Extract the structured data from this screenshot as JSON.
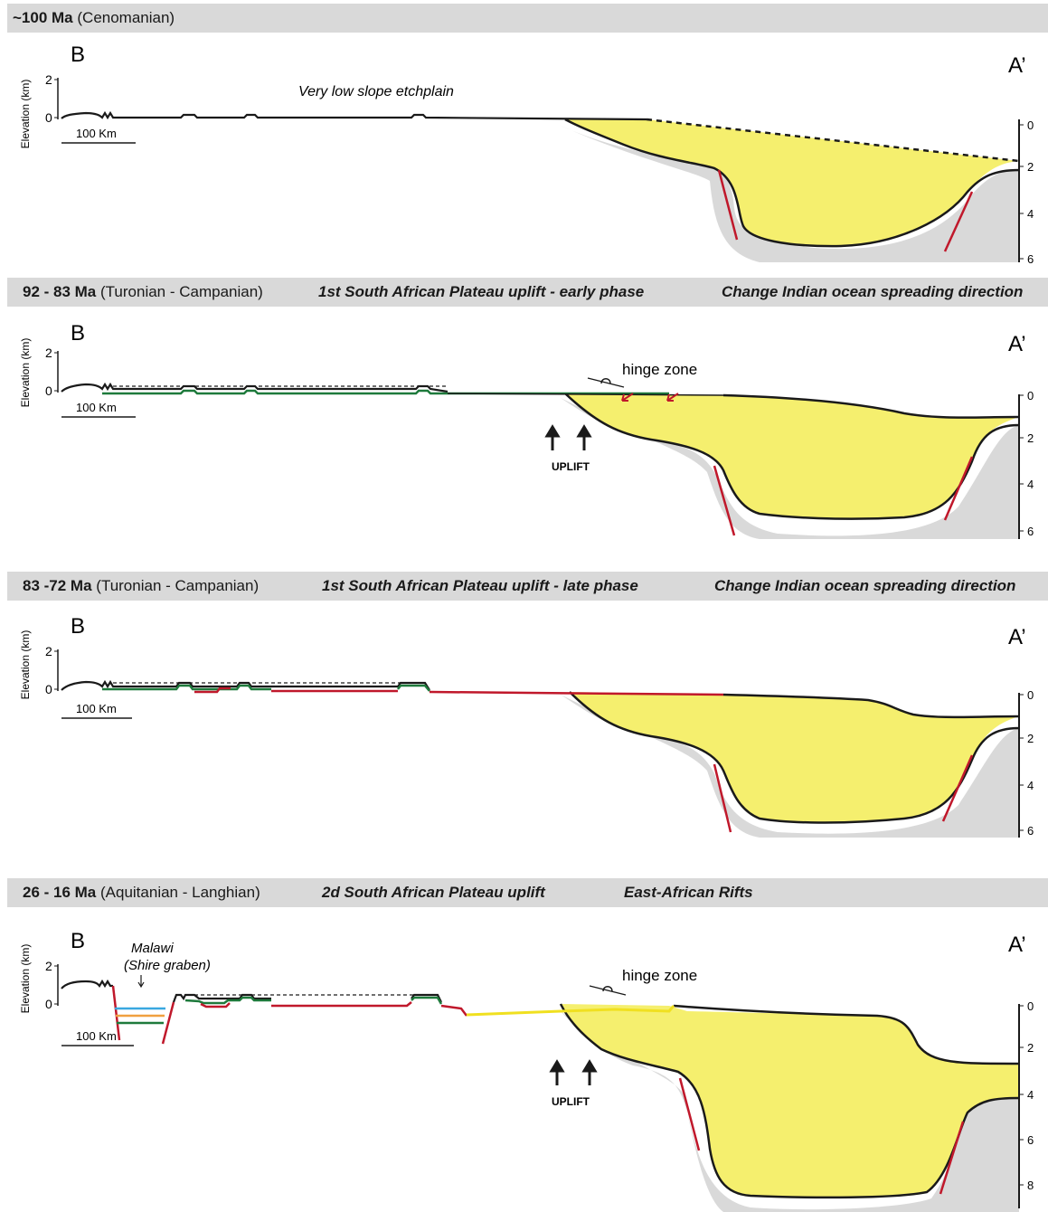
{
  "colors": {
    "basin_fill": "#f5ef6e",
    "shadow": "#d9d9d9",
    "fault": "#c0182b",
    "surface": "#1a1a1a",
    "green_surface": "#1e7a3c",
    "yellow_surface": "#f0e020",
    "blue_surface": "#3aa8e0",
    "orange_surface": "#f0a040",
    "header_bg": "#d9d9d9"
  },
  "panels": [
    {
      "age": "~100 Ma",
      "stage": "(Cenomanian)",
      "event1": "",
      "event2": "",
      "left_label": "B",
      "right_label": "A’",
      "y_axis_label": "Elevation (km)",
      "elev_ticks": [
        "2",
        "0"
      ],
      "scale_label": "100 Km",
      "annotation": "Very low slope etchplain",
      "depth_ticks": [
        "0",
        "2",
        "4",
        "6"
      ]
    },
    {
      "age": "92 - 83 Ma",
      "stage": "(Turonian - Campanian)",
      "event1": "1st South African Plateau uplift - early phase",
      "event2": "Change Indian ocean spreading direction",
      "left_label": "B",
      "right_label": "A’",
      "y_axis_label": "Elevation (km)",
      "elev_ticks": [
        "2",
        "0"
      ],
      "scale_label": "100 Km",
      "hinge_label": "hinge zone",
      "uplift_label": "UPLIFT",
      "depth_ticks": [
        "0",
        "2",
        "4",
        "6"
      ]
    },
    {
      "age": "83 -72 Ma",
      "stage": "(Turonian - Campanian)",
      "event1": "1st South African Plateau uplift - late phase",
      "event2": "Change Indian ocean spreading direction",
      "left_label": "B",
      "right_label": "A’",
      "y_axis_label": "Elevation (km)",
      "elev_ticks": [
        "2",
        "0"
      ],
      "scale_label": "100 Km",
      "depth_ticks": [
        "0",
        "2",
        "4",
        "6"
      ]
    },
    {
      "age": "26 - 16 Ma",
      "stage": "(Aquitanian - Langhian)",
      "event1": "2d South African Plateau uplift",
      "event2": "East-African Rifts",
      "left_label": "B",
      "right_label": "A’",
      "y_axis_label": "Elevation (km)",
      "elev_ticks": [
        "2",
        "0"
      ],
      "scale_label": "100 Km",
      "graben_label_1": "Malawi",
      "graben_label_2": "(Shire graben)",
      "hinge_label": "hinge zone",
      "uplift_label": "UPLIFT",
      "depth_ticks": [
        "0",
        "2",
        "4",
        "6",
        "8"
      ]
    }
  ]
}
